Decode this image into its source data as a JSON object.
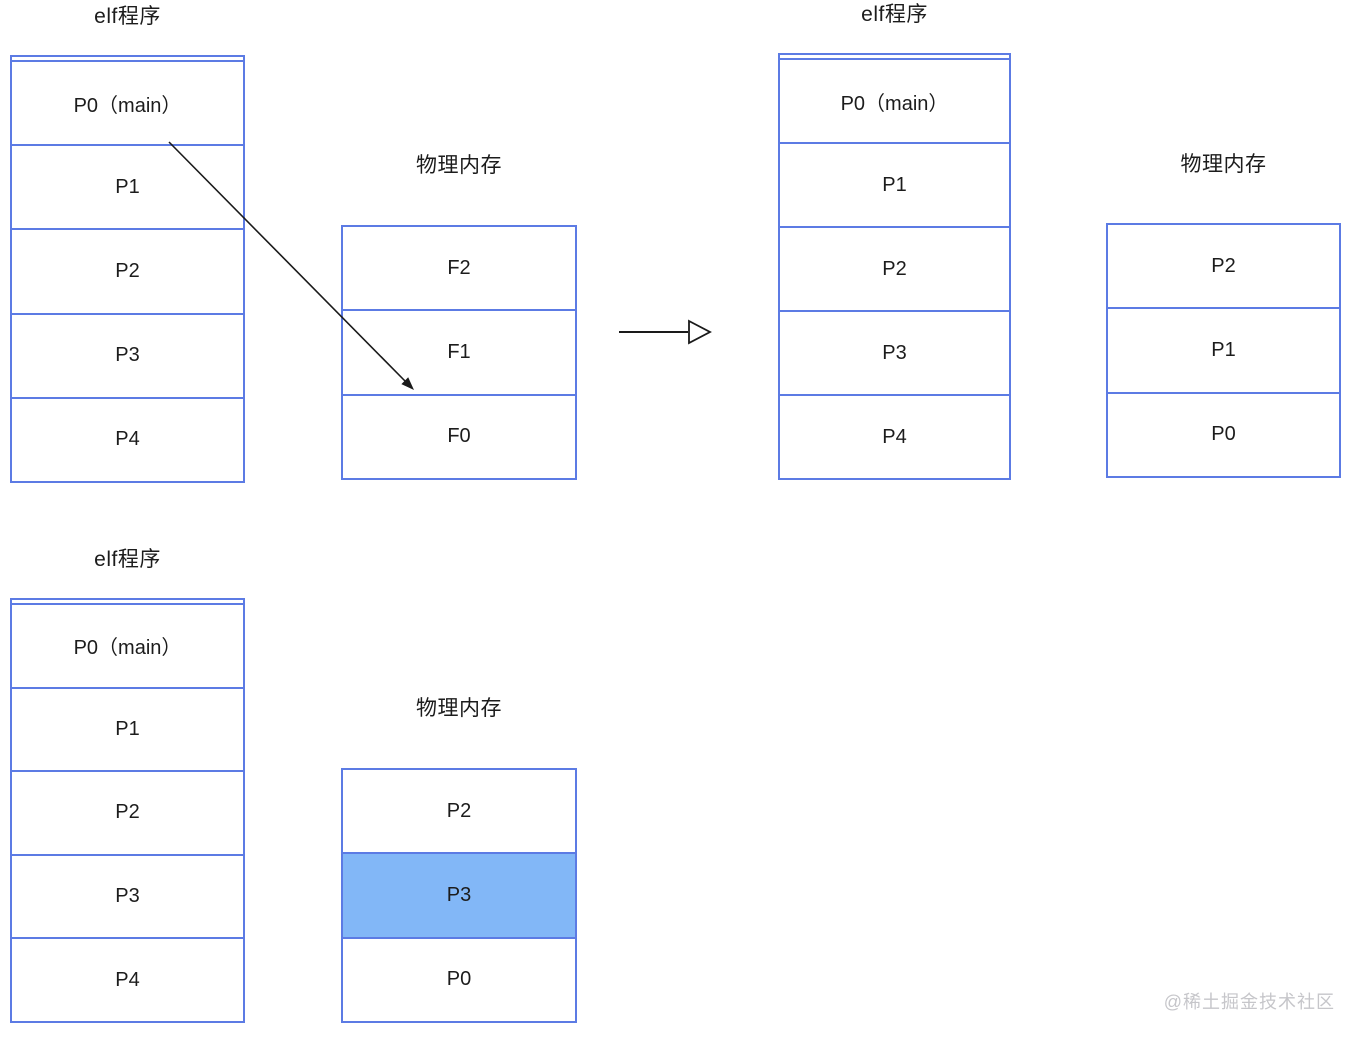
{
  "colors": {
    "border": "#5C7BE4",
    "highlight": "#82B7F7",
    "text": "#1c1c1c",
    "arrow": "#1a1a1a",
    "watermark": "#c6c6ca",
    "background": "#ffffff"
  },
  "watermark": "@稀土掘金技术社区",
  "panels": {
    "before_elf": {
      "title": "elf程序",
      "cells": [
        "P0（main）",
        "P1",
        "P2",
        "P3",
        "P4"
      ]
    },
    "before_phys": {
      "title": "物理内存",
      "cells": [
        "F2",
        "F1",
        "F0"
      ]
    },
    "after_elf": {
      "title": "elf程序",
      "cells": [
        "P0（main）",
        "P1",
        "P2",
        "P3",
        "P4"
      ]
    },
    "after_phys": {
      "title": "物理内存",
      "cells": [
        "P2",
        "P1",
        "P0"
      ]
    },
    "second_elf": {
      "title": "elf程序",
      "cells": [
        "P0（main）",
        "P1",
        "P2",
        "P3",
        "P4"
      ]
    },
    "second_phys": {
      "title": "物理内存",
      "cells": [
        "P2",
        "P3",
        "P0"
      ],
      "highlighted_cell": "P3"
    }
  },
  "arrows": {
    "page_to_frame": "maps P0/P1 boundary to frame F0 boundary",
    "transition": "state transition left-to-right"
  }
}
